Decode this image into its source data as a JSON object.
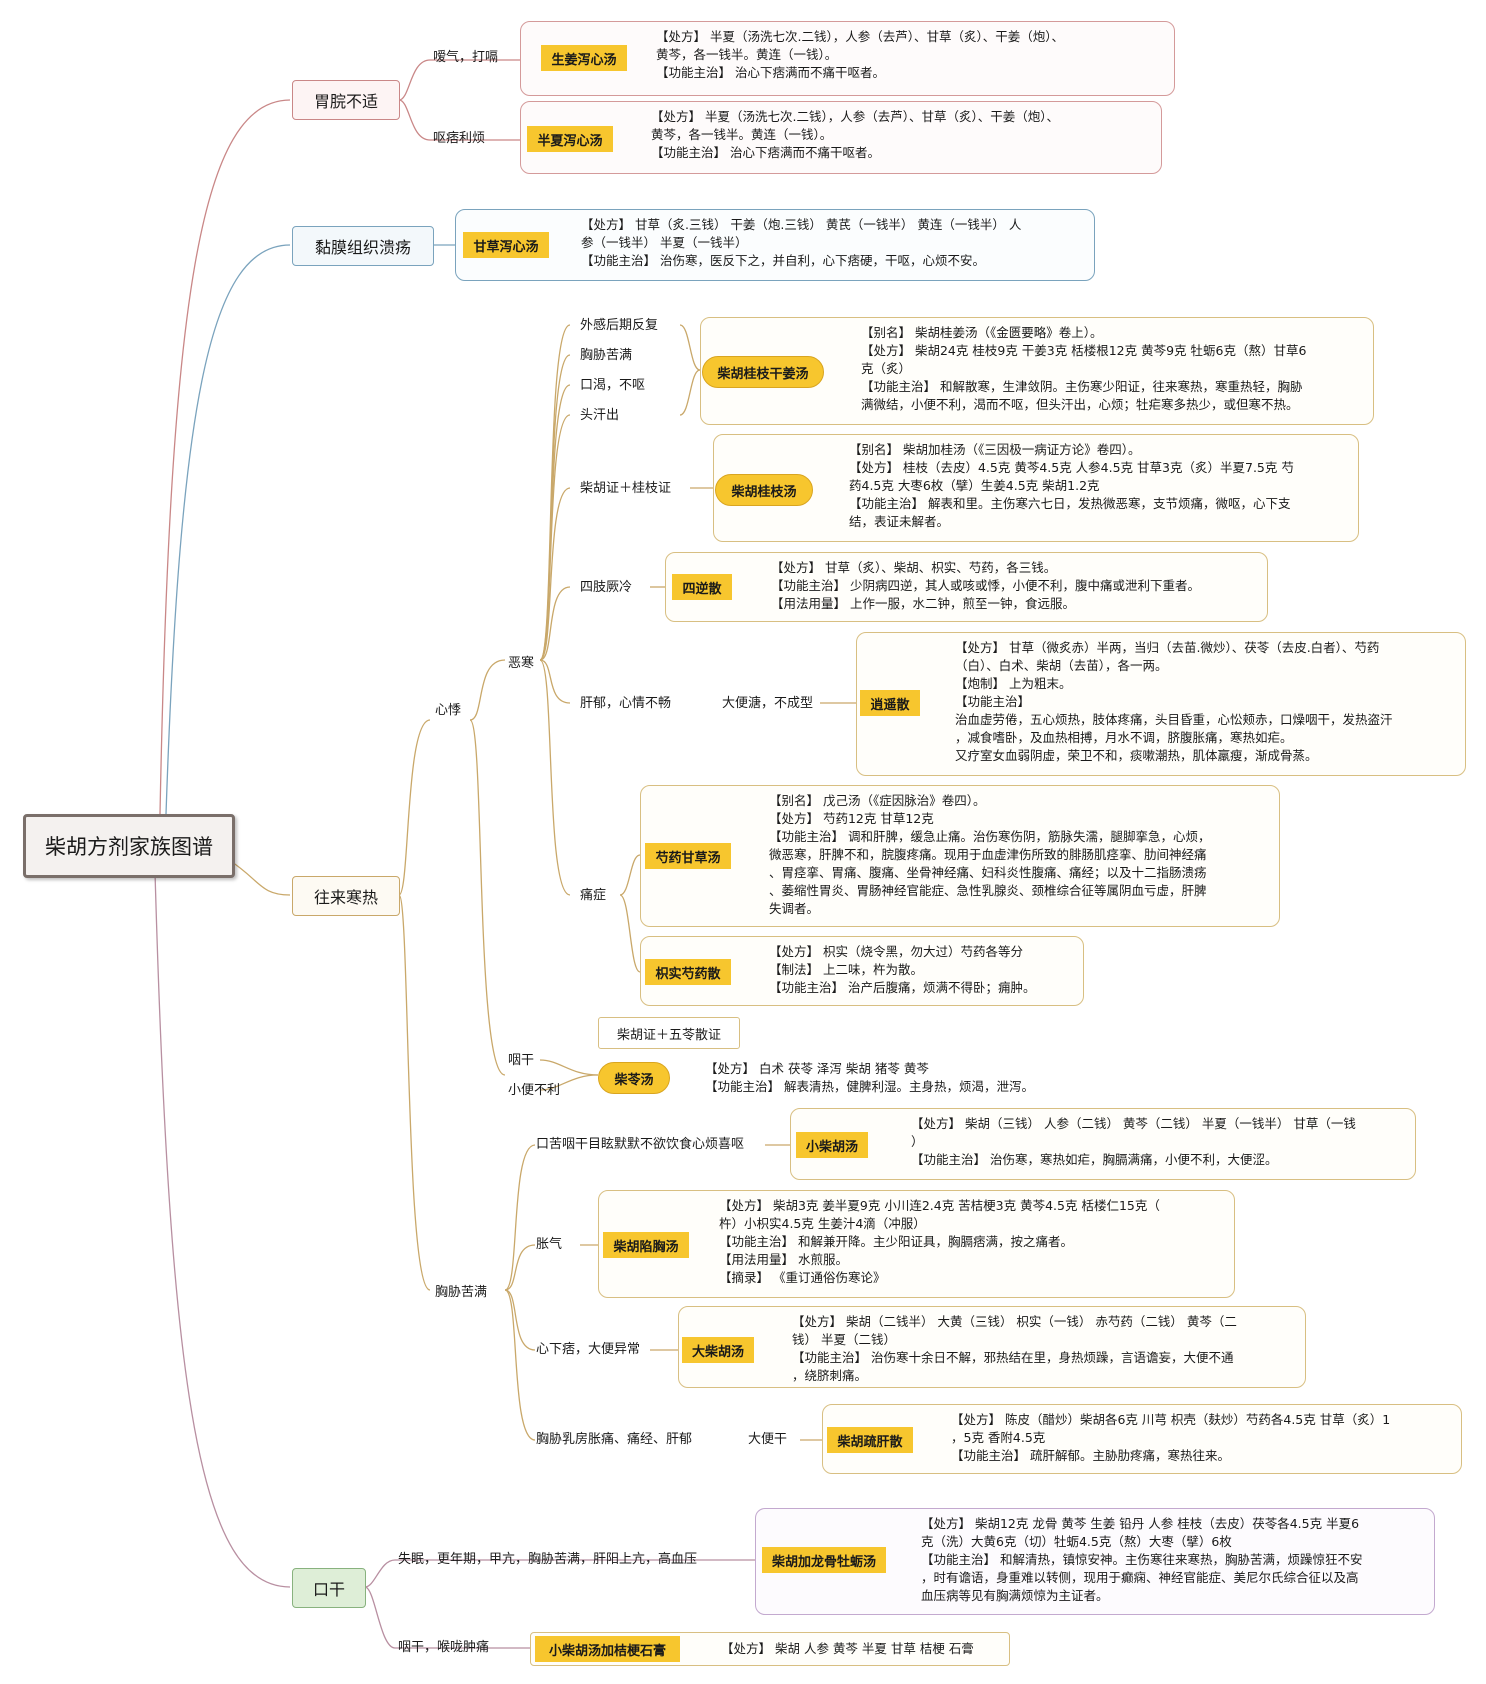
{
  "root": "柴胡方剂家族图谱",
  "branches": {
    "stomach": {
      "title": "胃脘不适",
      "symptom1": "嗳气，打嗝",
      "symptom2": "呕痞利烦",
      "f1": {
        "name": "生姜泻心汤",
        "lines": [
          "【处方】 半夏（汤洗七次.二钱），人参（去芦）、甘草（炙）、干姜（炮）、",
          "黄芩，各一钱半。黄连（一钱）。",
          "【功能主治】 治心下痞满而不痛干呕者。"
        ]
      },
      "f2": {
        "name": "半夏泻心汤",
        "lines": [
          "【处方】 半夏（汤洗七次.二钱），人参（去芦）、甘草（炙）、干姜（炮）、",
          "黄芩，各一钱半。黄连（一钱）。",
          "【功能主治】 治心下痞满而不痛干呕者。"
        ]
      }
    },
    "mucosa": {
      "title": "黏膜组织溃疡",
      "f1": {
        "name": "甘草泻心汤",
        "lines": [
          "【处方】 甘草（炙.三钱） 干姜（炮.三钱） 黄芪（一钱半） 黄连（一钱半） 人",
          "参（一钱半） 半夏（一钱半）",
          "【功能主治】 治伤寒，医反下之，并自利，心下痞硬，干呕，心烦不安。"
        ]
      }
    },
    "chills": {
      "title": "往来寒热",
      "xinfan": "心悸",
      "ehan": "恶寒",
      "s_waigan": "外感后期反复",
      "s_xiongxie": "胸胁苦满",
      "s_kouke": "口渴，不呕",
      "s_touhan": "头汗出",
      "f_guizhiganjiang": {
        "name": "柴胡桂枝干姜汤",
        "lines": [
          "【别名】 柴胡桂姜汤（《金匮要略》卷上）。",
          "【处方】 柴胡24克 桂枝9克 干姜3克 栝楼根12克 黄芩9克 牡蛎6克（熬）甘草6",
          "克（炙）",
          "【功能主治】 和解散寒，生津敛阴。主伤寒少阳证，往来寒热，寒重热轻，胸胁",
          "满微结，小便不利，渴而不呕，但头汗出，心烦；牡疟寒多热少，或但寒不热。"
        ]
      },
      "s_chaihuzheng": "柴胡证＋桂枝证",
      "f_guizhi": {
        "name": "柴胡桂枝汤",
        "lines": [
          "【别名】 柴胡加桂汤（《三因极一病证方论》卷四）。",
          "【处方】 桂枝（去皮）4.5克 黄芩4.5克 人参4.5克 甘草3克（炙）半夏7.5克 芍",
          "药4.5克 大枣6枚（擘）生姜4.5克 柴胡1.2克",
          "【功能主治】 解表和里。主伤寒六七日，发热微恶寒，支节烦痛，微呕，心下支",
          "结，表证未解者。"
        ]
      },
      "s_sizhi": "四肢厥冷",
      "f_sini": {
        "name": "四逆散",
        "lines": [
          "【处方】 甘草（炙）、柴胡、枳实、芍药，各三钱。",
          "【功能主治】 少阴病四逆，其人或咳或悸，小便不利，腹中痛或泄利下重者。",
          "【用法用量】 上作一服，水二钟，煎至一钟，食远服。"
        ]
      },
      "s_ganyu": "肝郁，心情不畅",
      "s_dabian": "大便溏，不成型",
      "f_xiaoyao": {
        "name": "逍遥散",
        "lines": [
          "【处方】 甘草（微炙赤）半两，当归（去苗.微炒）、茯苓（去皮.白者）、芍药",
          "（白）、白术、柴胡（去苗），各一两。",
          "【炮制】 上为粗末。",
          "【功能主治】",
          "治血虚劳倦，五心烦热，肢体疼痛，头目昏重，心忪颊赤，口燥咽干，发热盗汗",
          "，减食嗜卧，及血热相搏，月水不调，脐腹胀痛，寒热如疟。",
          "又疗室女血弱阴虚，荣卫不和，痰嗽潮热，肌体羸瘦，渐成骨蒸。"
        ]
      },
      "s_tong": "痛症",
      "f_shaoyaogancao": {
        "name": "芍药甘草汤",
        "lines": [
          "【别名】 戊己汤（《症因脉治》卷四）。",
          "【处方】 芍药12克 甘草12克",
          "【功能主治】 调和肝脾，缓急止痛。治伤寒伤阴，筋脉失濡，腿脚挛急，心烦，",
          "微恶寒，肝脾不和，脘腹疼痛。现用于血虚津伤所致的腓肠肌痉挛、肋间神经痛",
          "、胃痉挛、胃痛、腹痛、坐骨神经痛、妇科炎性腹痛、痛经；以及十二指肠溃疡",
          "、萎缩性胃炎、胃肠神经官能症、急性乳腺炎、颈椎综合征等属阴血亏虚，肝脾",
          "失调者。"
        ]
      },
      "f_zhishishaoyao": {
        "name": "枳实芍药散",
        "lines": [
          "【处方】 枳实（烧令黑，勿大过）芍药各等分",
          "【制法】 上二味，杵为散。",
          "【功能主治】 治产后腹痛，烦满不得卧；痈肿。"
        ]
      },
      "s_yangan": "咽干",
      "s_xiaobian": "小便不利",
      "wuling_note": "柴胡证＋五苓散证",
      "f_chailing": {
        "name": "柴苓汤",
        "lines": [
          "【处方】 白术 茯苓 泽泻 柴胡 猪苓 黄芩",
          "【功能主治】 解表清热，健脾利湿。主身热，烦渴，泄泻。"
        ]
      },
      "xiongxie": "胸胁苦满",
      "s_kouku": "口苦咽干目眩默默不欲饮食心烦喜呕",
      "f_xiaochaihu": {
        "name": "小柴胡汤",
        "lines": [
          "【处方】 柴胡（三钱） 人参（二钱） 黄芩（二钱） 半夏（一钱半） 甘草（一钱",
          "）",
          "【功能主治】 治伤寒，寒热如疟，胸膈满痛，小便不利，大便涩。"
        ]
      },
      "s_zhangqi": "胀气",
      "f_xianxiong": {
        "name": "柴胡陷胸汤",
        "lines": [
          "【处方】 柴胡3克 姜半夏9克 小川连2.4克 苦桔梗3克 黄芩4.5克 栝楼仁15克（",
          "杵）小枳实4.5克 生姜汁4滴（冲服）",
          "【功能主治】 和解兼开降。主少阳证具，胸膈痞满，按之痛者。",
          "【用法用量】 水煎服。",
          "【摘录】 《重订通俗伤寒论》"
        ]
      },
      "s_xinxia": "心下痞，大便异常",
      "f_dachaihu": {
        "name": "大柴胡汤",
        "lines": [
          "【处方】 柴胡（二钱半） 大黄（三钱） 枳实（一钱） 赤芍药（二钱） 黄芩（二",
          "钱） 半夏（二钱）",
          "【功能主治】 治伤寒十余日不解，邪热结在里，身热烦躁，言语谵妄，大便不通",
          "，绕脐刺痛。"
        ]
      },
      "s_xiongxieru": "胸胁乳房胀痛、痛经、肝郁",
      "s_dabiangan": "大便干",
      "f_shugan": {
        "name": "柴胡疏肝散",
        "lines": [
          "【处方】 陈皮（醋炒）柴胡各6克 川芎 枳壳（麸炒）芍药各4.5克 甘草（炙）1",
          "，5克 香附4.5克",
          "【功能主治】 疏肝解郁。主胁肋疼痛，寒热往来。"
        ]
      }
    },
    "dry": {
      "title": "口干",
      "s1": "失眠，更年期，甲亢，胸胁苦满，肝阳上亢，高血压",
      "s2": "咽干，喉咙肿痛",
      "f1": {
        "name": "柴胡加龙骨牡蛎汤",
        "lines": [
          "【处方】 柴胡12克 龙骨 黄芩 生姜 铅丹 人参 桂枝（去皮）茯苓各4.5克 半夏6",
          "克（洗）大黄6克（切）牡蛎4.5克（熬）大枣（擘）6枚",
          "【功能主治】 和解清热，镇惊安神。主伤寒往来寒热，胸胁苦满，烦躁惊狂不安",
          "，时有谵语，身重难以转侧，现用于癫痫、神经官能症、美尼尔氏综合征以及高",
          "血压病等见有胸满烦惊为主证者。"
        ]
      },
      "f2": {
        "name": "小柴胡汤加桔梗石膏",
        "lines": [
          "【处方】 柴胡 人参 黄芩 半夏 甘草 桔梗 石膏"
        ]
      }
    }
  },
  "colors": {
    "red": "#c98787",
    "blue": "#7aa3bd",
    "gold": "#c9a86a",
    "green": "#88b27e",
    "purple": "#c3a9cf",
    "highlight": "#f7c62e"
  }
}
